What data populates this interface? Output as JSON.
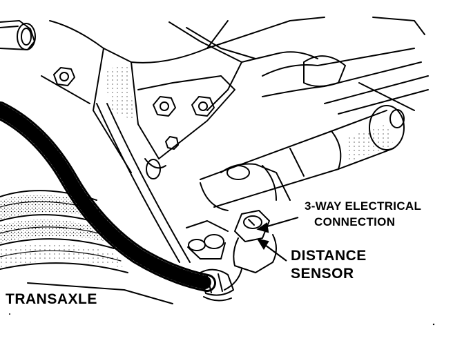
{
  "labels": {
    "electrical_line1": "3-WAY ELECTRICAL",
    "electrical_line2": "CONNECTION",
    "sensor_line1": "DISTANCE",
    "sensor_line2": "SENSOR",
    "transaxle": "TRANSAXLE"
  },
  "colors": {
    "ink": "#000000",
    "paper": "#ffffff"
  }
}
